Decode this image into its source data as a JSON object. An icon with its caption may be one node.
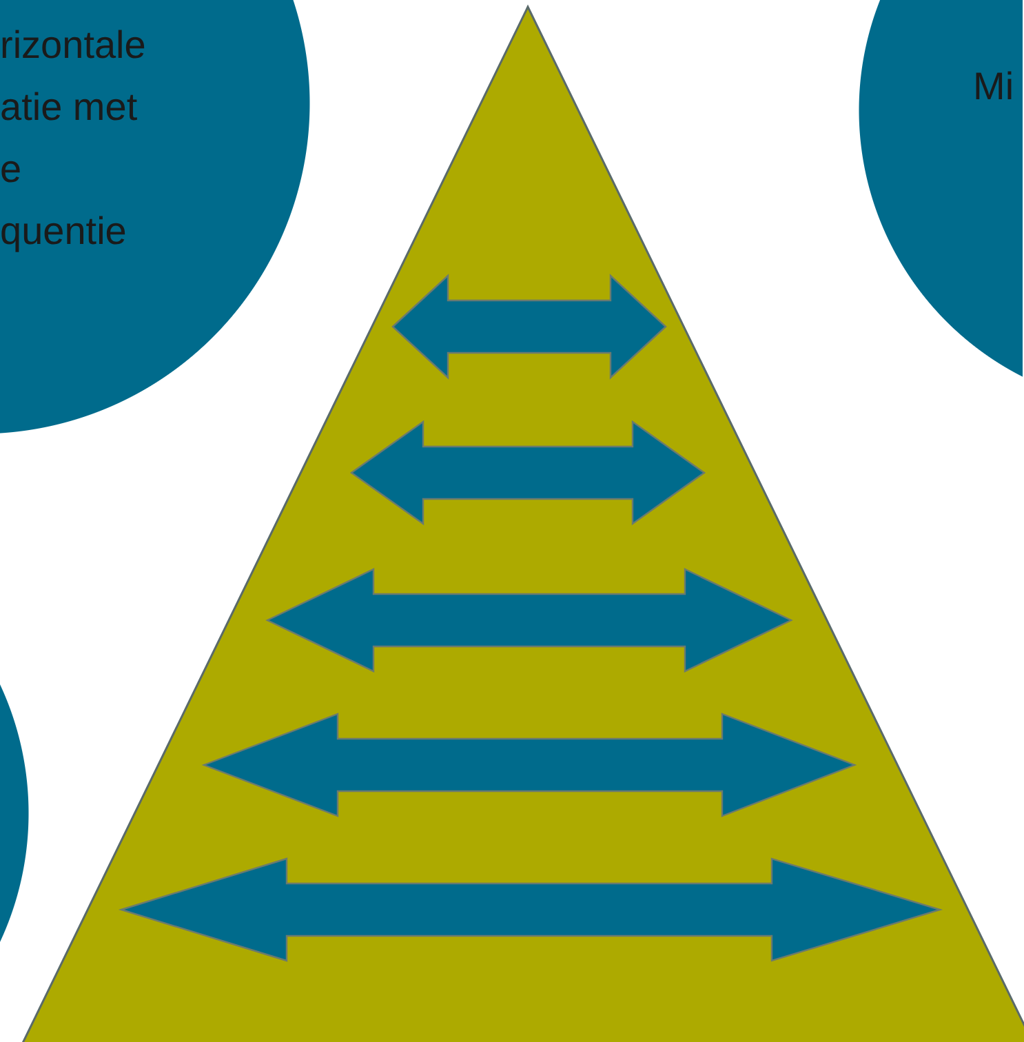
{
  "diagram": {
    "nodes": [
      {
        "text": [
          "rizontale atie met e quentie"
        ]
      },
      {
        "text": [
          "Mi"
        ]
      },
      {
        "text": [],
        "shape": "circle"
      }
    ]
  }
}
